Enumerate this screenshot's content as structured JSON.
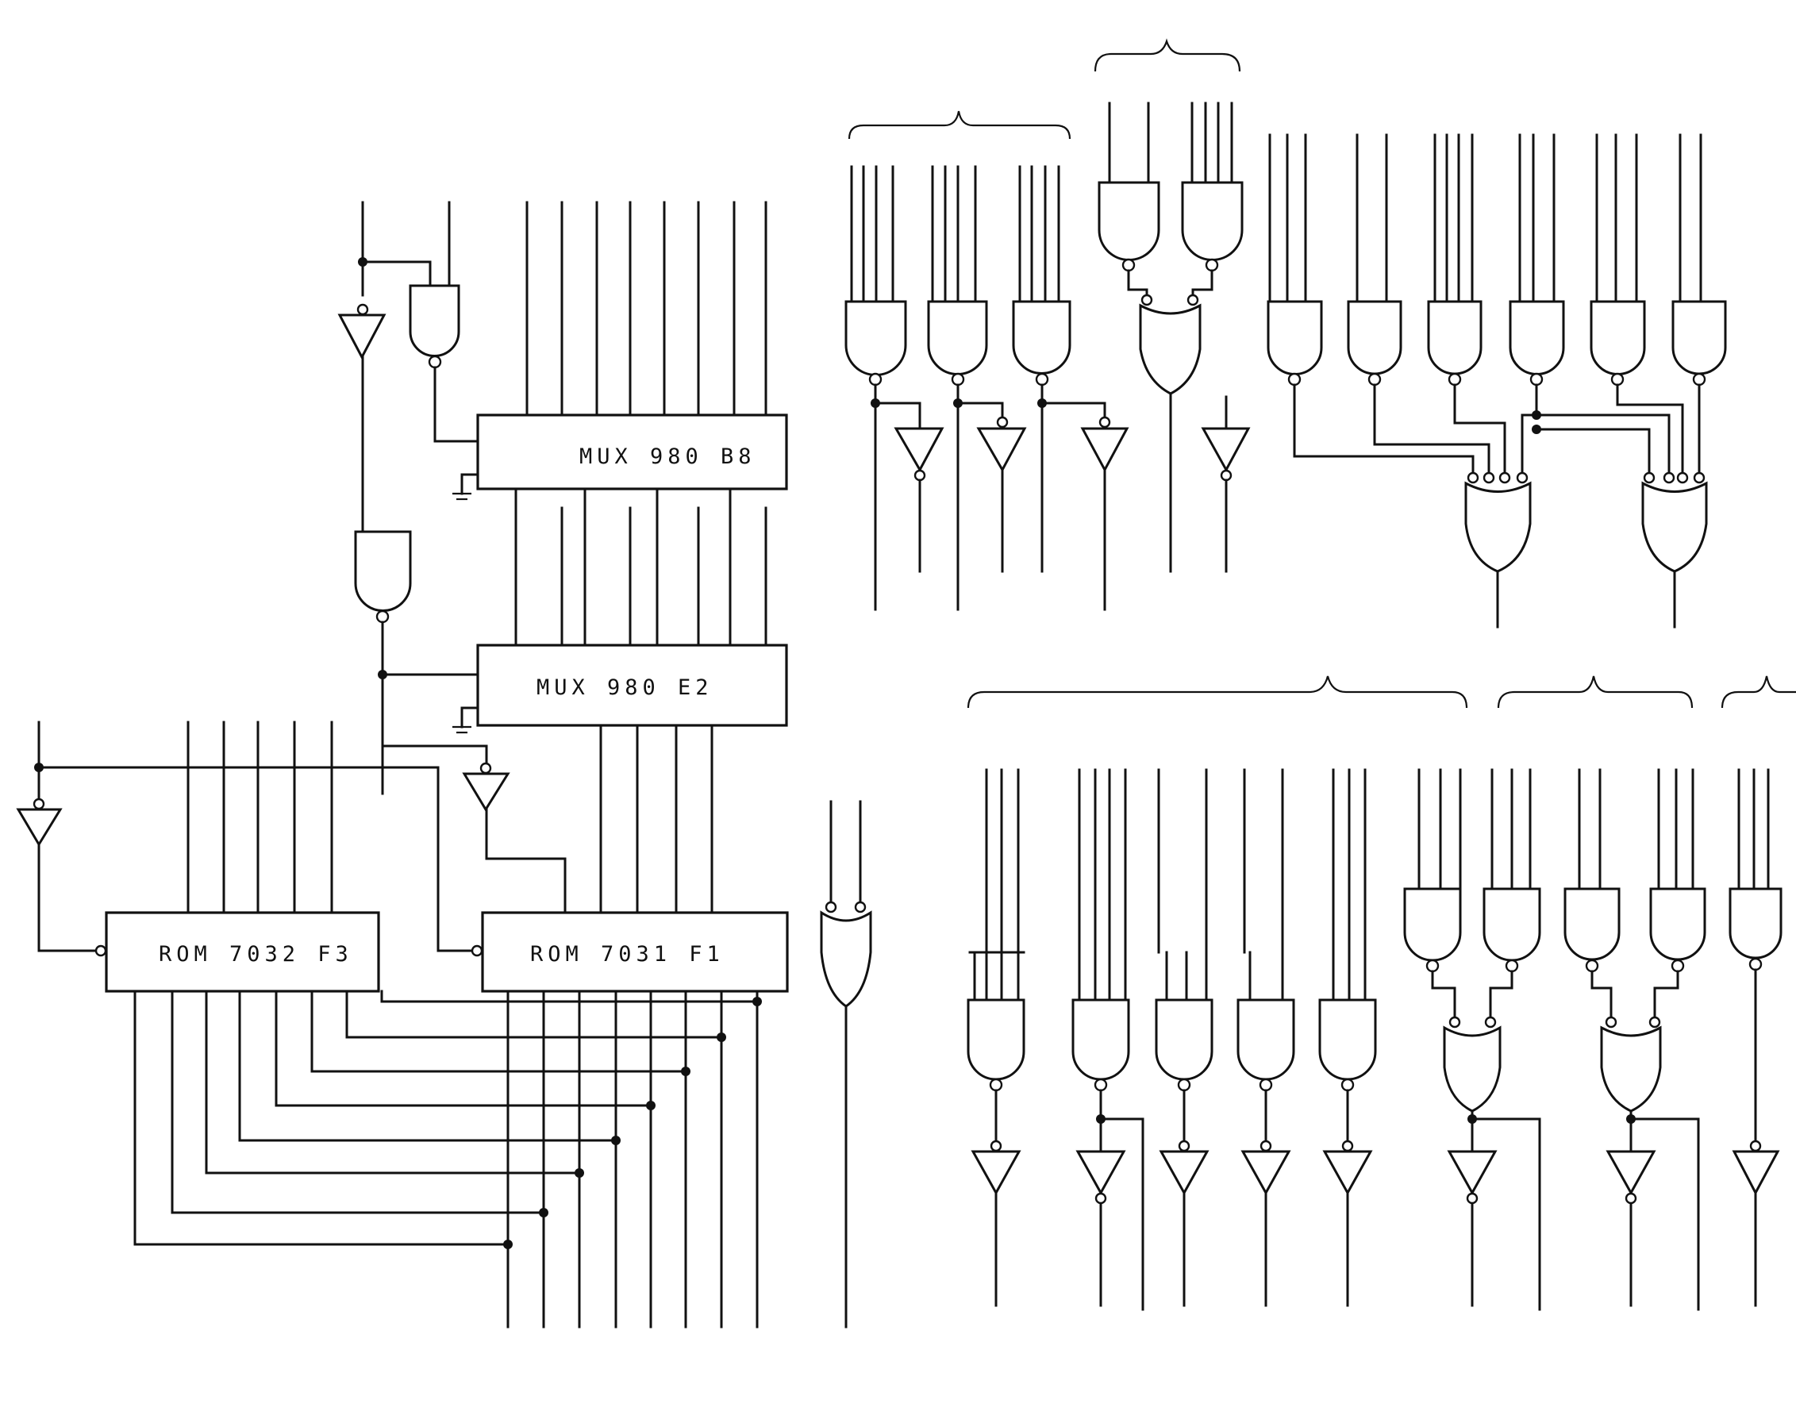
{
  "components": {
    "mux_b8": "MUX 980 B8",
    "mux_e2": "MUX 980 E2",
    "rom_f3": "ROM 7032 F3",
    "rom_f1": "ROM 7031 F1"
  }
}
